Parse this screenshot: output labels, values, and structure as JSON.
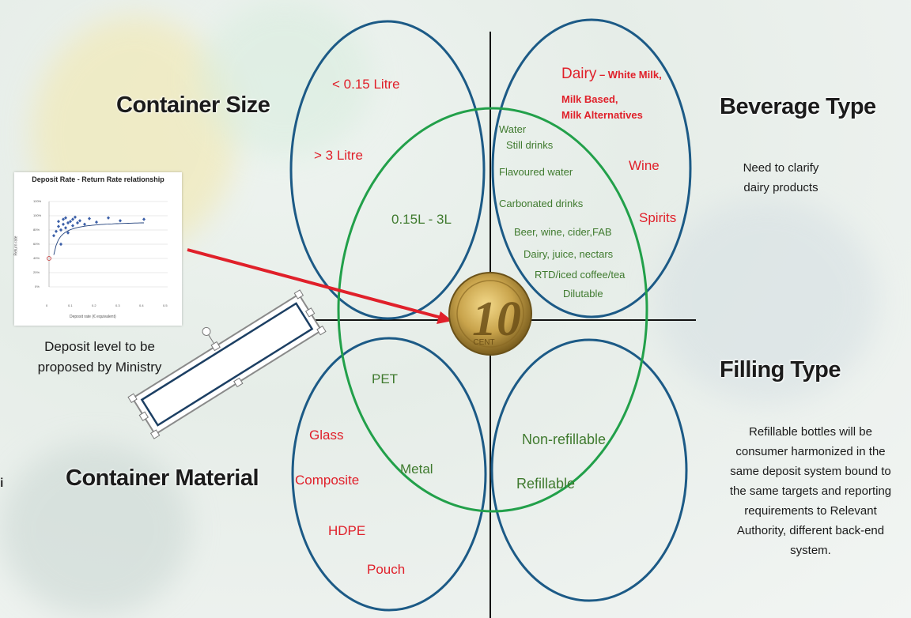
{
  "headings": {
    "container_size": "Container Size",
    "beverage_type": "Beverage Type",
    "filling_type": "Filling Type",
    "container_material": "Container Material"
  },
  "container_size": {
    "small": "< 0.15 Litre",
    "large": "> 3 Litre",
    "mid": "0.15L - 3L"
  },
  "beverage_type": {
    "dairy_head": "Dairy",
    "dairy_tail": " – White Milk,",
    "dairy_line2": "Milk Based,",
    "dairy_line3": "Milk Alternatives",
    "wine": "Wine",
    "spirits": "Spirits",
    "green_items": [
      "Water",
      "Still drinks",
      "Flavoured water",
      "Carbonated drinks",
      "Beer, wine, cider,FAB",
      "Dairy, juice, nectars",
      "RTD/iced coffee/tea",
      "Dilutable"
    ],
    "note_line1": "Need to clarify",
    "note_line2": "dairy products"
  },
  "material": {
    "pet": "PET",
    "metal": "Metal",
    "glass": "Glass",
    "composite": "Composite",
    "hdpe": "HDPE",
    "pouch": "Pouch"
  },
  "filling": {
    "non_refillable": "Non-refillable",
    "refillable": "Refillable",
    "note_lines": [
      "Refillable bottles will be",
      "consumer harmonized in the",
      "same deposit system bound to",
      "the same targets and reporting",
      "requirements to Relevant",
      "Authority, different back-end",
      "system."
    ]
  },
  "deposit": {
    "line1": "Deposit level to be",
    "line2": "proposed by Ministry",
    "edge_fragment": "i"
  },
  "coin": {
    "value": "10",
    "unit": "CENT"
  },
  "mini_chart": {
    "title": "Deposit Rate - Return Rate relationship",
    "y_ticks": [
      "120%",
      "100%",
      "80%",
      "60%",
      "40%",
      "20%",
      "0%"
    ],
    "x_ticks": [
      "0",
      "0.1",
      "0.2",
      "0.3",
      "0.4",
      "0.5"
    ],
    "xlabel": "Deposit rate (€ equivalent)",
    "ylabel": "Return rate",
    "points": [
      [
        0.02,
        0.72
      ],
      [
        0.03,
        0.78
      ],
      [
        0.04,
        0.85
      ],
      [
        0.04,
        0.92
      ],
      [
        0.05,
        0.6
      ],
      [
        0.05,
        0.8
      ],
      [
        0.06,
        0.95
      ],
      [
        0.06,
        0.88
      ],
      [
        0.07,
        0.83
      ],
      [
        0.07,
        0.97
      ],
      [
        0.08,
        0.9
      ],
      [
        0.08,
        0.76
      ],
      [
        0.09,
        0.92
      ],
      [
        0.1,
        0.86
      ],
      [
        0.1,
        0.95
      ],
      [
        0.11,
        0.98
      ],
      [
        0.12,
        0.9
      ],
      [
        0.13,
        0.93
      ],
      [
        0.15,
        0.88
      ],
      [
        0.17,
        0.96
      ],
      [
        0.2,
        0.91
      ],
      [
        0.25,
        0.97
      ],
      [
        0.3,
        0.93
      ],
      [
        0.4,
        0.95
      ]
    ],
    "outlier": [
      0.0,
      0.4
    ],
    "colors": {
      "points": "#3b5fa8",
      "trend": "#1f3f7a"
    }
  },
  "colors": {
    "blue_circle": "#1c5a86",
    "green_circle": "#22a04a",
    "arrow": "#e0202a",
    "red_text": "#e0202a",
    "green_text": "#3f7a2e"
  }
}
